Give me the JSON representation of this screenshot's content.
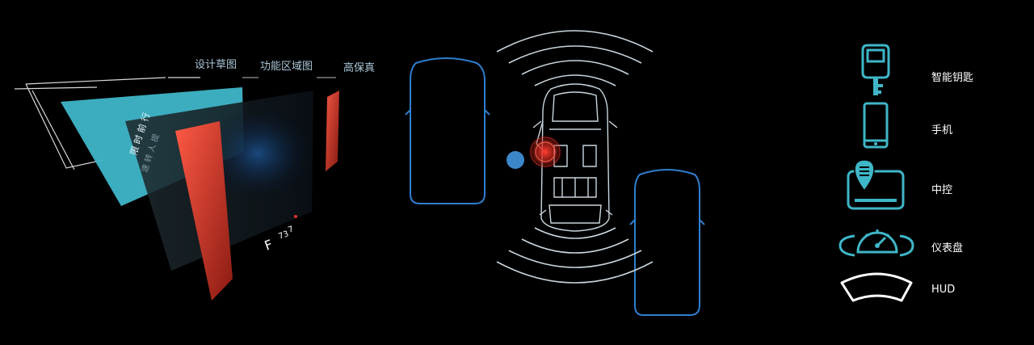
{
  "layers": {
    "sketch_label": "设计草图",
    "zones_label": "功能区域图",
    "hifi_label": "高保真"
  },
  "sketch_text": [
    "限",
    "时",
    "前",
    "行"
  ],
  "sketch_text_b": [
    "速",
    "转",
    "人",
    "提"
  ],
  "devices": [
    {
      "icon": "car-key-icon",
      "label": "智能钥匙"
    },
    {
      "icon": "phone-icon",
      "label": "手机"
    },
    {
      "icon": "center-console-icon",
      "label": "中控"
    },
    {
      "icon": "dashboard-icon",
      "label": "仪表盘"
    },
    {
      "icon": "hud-icon",
      "label": "HUD"
    }
  ],
  "colors": {
    "accent": "#3fb6c8",
    "outline": "#2f7fd0",
    "alert": "#e0352b",
    "background": "#000000"
  }
}
